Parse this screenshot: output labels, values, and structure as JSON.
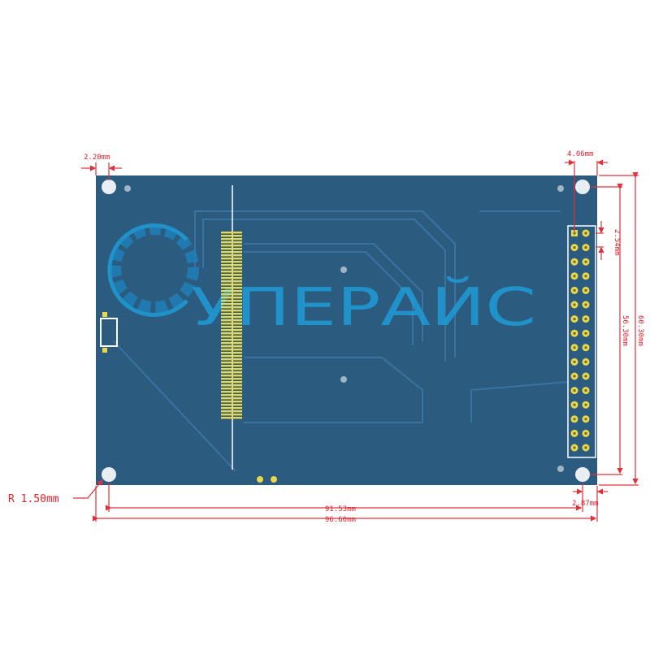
{
  "dimensions": {
    "corner_hole_offset": "2.20mm",
    "header_offset": "4.06mm",
    "pin_pitch": "2.54mm",
    "hole_spacing_vertical": "56.30mm",
    "board_height": "60.30mm",
    "hole_spacing_horizontal": "91.53mm",
    "board_width": "96.60mm",
    "right_hole_offset": "2.87mm",
    "corner_radius": "R 1.50mm"
  },
  "watermark": {
    "text": "СУПЕРАЙС",
    "color": "#1f9bd6"
  },
  "colors": {
    "board": "#2c5b80",
    "pads": "#e8d84a",
    "dimension": "#d9232d"
  },
  "header": {
    "rows": 16,
    "cols": 2
  }
}
